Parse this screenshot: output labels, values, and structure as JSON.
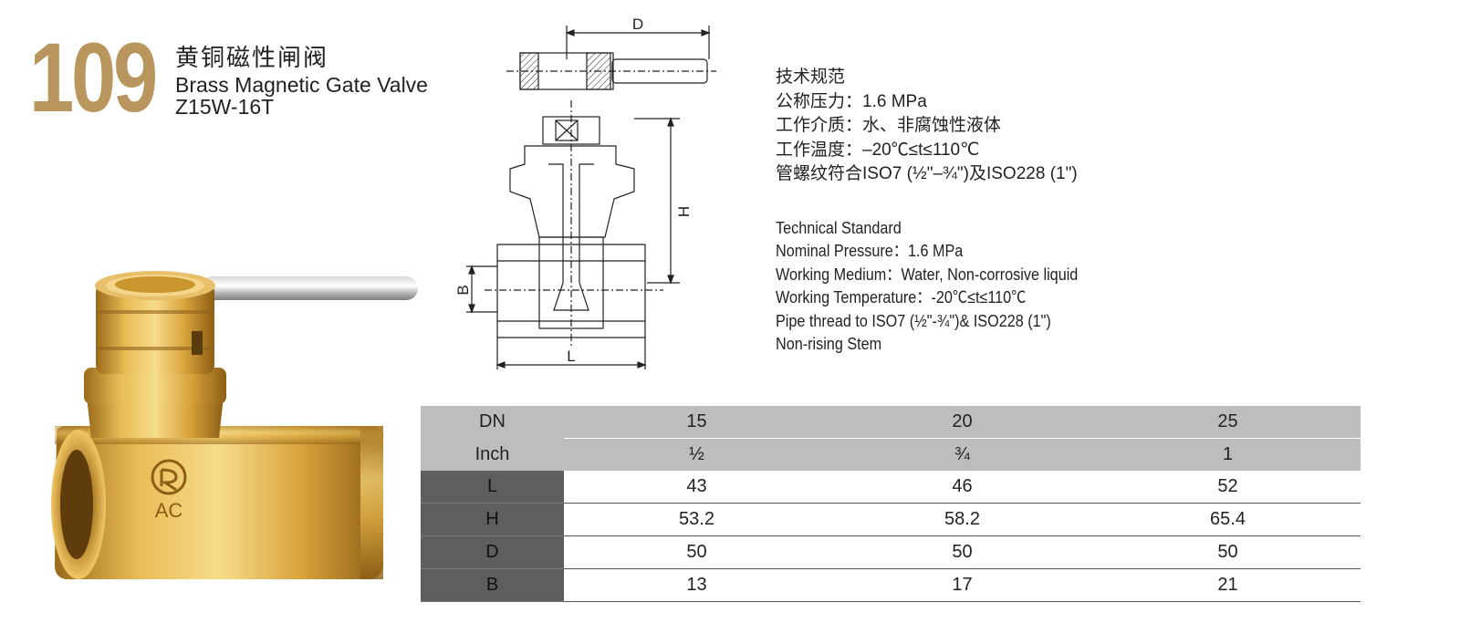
{
  "product": {
    "number": "109",
    "name_cn": "黄铜磁性闸阀",
    "name_en": "Brass Magnetic Gate Valve",
    "model": "Z15W-16T",
    "logo_text": "AC"
  },
  "drawing": {
    "labels": {
      "d": "D",
      "h": "H",
      "b": "B",
      "l": "L"
    }
  },
  "spec_cn": {
    "heading": "技术规范",
    "lines": [
      "公称压力：1.6 MPa",
      "工作介质：水、非腐蚀性液体",
      "工作温度：–20℃≤t≤110℃",
      "管螺纹符合ISO7 (½\"–¾\")及ISO228 (1\")"
    ]
  },
  "spec_en": {
    "heading": "Technical Standard",
    "lines": [
      "Nominal Pressure：1.6 MPa",
      "Working Medium：Water, Non-corrosive liquid",
      "Working Temperature：-20℃≤t≤110℃",
      "Pipe thread to ISO7 (½\"-¾\")& ISO228 (1\")",
      "Non-rising Stem"
    ]
  },
  "table": {
    "header": {
      "label": "DN",
      "values": [
        "15",
        "20",
        "25"
      ]
    },
    "inch": {
      "label": "Inch",
      "values": [
        "½",
        "¾",
        "1"
      ]
    },
    "rows": [
      {
        "label": "L",
        "values": [
          "43",
          "46",
          "52"
        ]
      },
      {
        "label": "H",
        "values": [
          "53.2",
          "58.2",
          "65.4"
        ]
      },
      {
        "label": "D",
        "values": [
          "50",
          "50",
          "50"
        ]
      },
      {
        "label": "B",
        "values": [
          "13",
          "17",
          "21"
        ]
      }
    ]
  },
  "colors": {
    "number": "#b8965e",
    "brass": "#d9a93e",
    "header_gray": "#bdbdbd",
    "label_dark": "#5e5e5e"
  }
}
